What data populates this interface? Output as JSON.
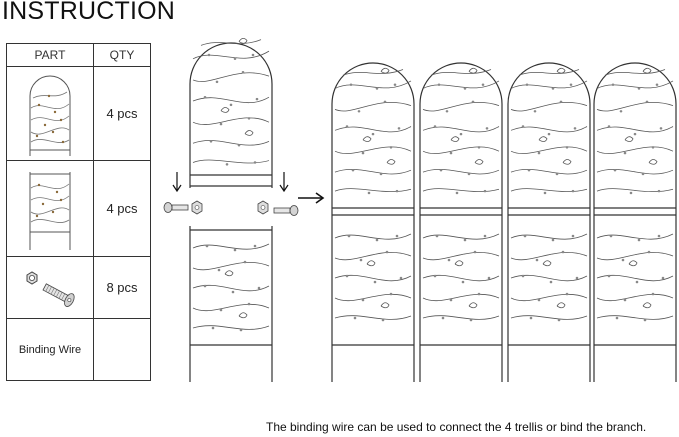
{
  "page": {
    "title": "INSTRUCTION",
    "note": "The binding wire can be used to connect the 4 trellis or bind the branch."
  },
  "table": {
    "headers": {
      "part": "PART",
      "qty": "QTY"
    },
    "rows": [
      {
        "part_icon": "trellis-top-panel-icon",
        "qty": "4 pcs"
      },
      {
        "part_icon": "trellis-bottom-panel-icon",
        "qty": "4 pcs"
      },
      {
        "part_icon": "nut-and-bolt-icon",
        "qty": "8 pcs"
      },
      {
        "part": "Binding Wire",
        "qty": ""
      }
    ]
  }
}
